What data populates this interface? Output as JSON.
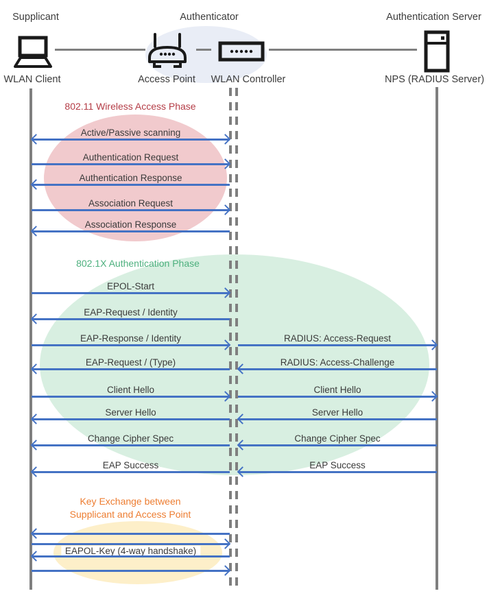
{
  "roles": {
    "supplicant": "Supplicant",
    "authenticator": "Authenticator",
    "authentication_server": "Authentication Server"
  },
  "devices": {
    "wlan_client": "WLAN Client",
    "access_point": "Access Point",
    "wlan_controller": "WLAN Controller",
    "nps": "NPS (RADIUS Server)"
  },
  "phases": {
    "phase1": {
      "title": "802.11 Wireless Access Phase"
    },
    "phase2": {
      "title": "802.1X Authentication Phase"
    },
    "phase3": {
      "title_line1": "Key Exchange between",
      "title_line2": "Supplicant and Access Point"
    }
  },
  "messages": {
    "phase1": [
      {
        "label": "Active/Passive scanning",
        "direction": "both"
      },
      {
        "label": "Authentication Request",
        "direction": "right"
      },
      {
        "label": "Authentication Response",
        "direction": "left"
      },
      {
        "label": "Association Request",
        "direction": "right"
      },
      {
        "label": "Association Response",
        "direction": "left"
      }
    ],
    "phase2_left": [
      {
        "label": "EPOL-Start",
        "direction": "right"
      },
      {
        "label": "EAP-Request / Identity",
        "direction": "left"
      },
      {
        "label": "EAP-Response / Identity",
        "direction": "right"
      },
      {
        "label": "EAP-Request / (Type)",
        "direction": "left"
      },
      {
        "label": "Client Hello",
        "direction": "right"
      },
      {
        "label": "Server Hello",
        "direction": "left"
      },
      {
        "label": "Change Cipher Spec",
        "direction": "left"
      },
      {
        "label": "EAP Success",
        "direction": "left"
      }
    ],
    "phase2_right": [
      {
        "label": "RADIUS: Access-Request",
        "direction": "right"
      },
      {
        "label": "RADIUS: Access-Challenge",
        "direction": "left"
      },
      {
        "label": "Client Hello",
        "direction": "right"
      },
      {
        "label": "Server Hello",
        "direction": "left"
      },
      {
        "label": "Change Cipher Spec",
        "direction": "left"
      },
      {
        "label": "EAP Success",
        "direction": "left"
      }
    ],
    "phase3": [
      {
        "label": "",
        "direction": "left"
      },
      {
        "label": "",
        "direction": "right"
      },
      {
        "label": "EAPOL-Key (4-way handshake)",
        "direction": "left"
      },
      {
        "label": "",
        "direction": "right"
      }
    ]
  },
  "colors": {
    "arrow": "#4472C4",
    "lifeline": "#7F7F7F",
    "connector": "#808080",
    "icon": "#1A1A1A",
    "label-text": "#3A3A3A",
    "phase1-fill": "#F1CACD",
    "phase1-title": "#B43C46",
    "phase2-fill": "#D8EFE1",
    "phase2-title": "#4DB07E",
    "phase3-fill": "#FDEFC9",
    "phase3-title": "#ED7D31",
    "authenticator-fill": "#E9EDF6"
  }
}
